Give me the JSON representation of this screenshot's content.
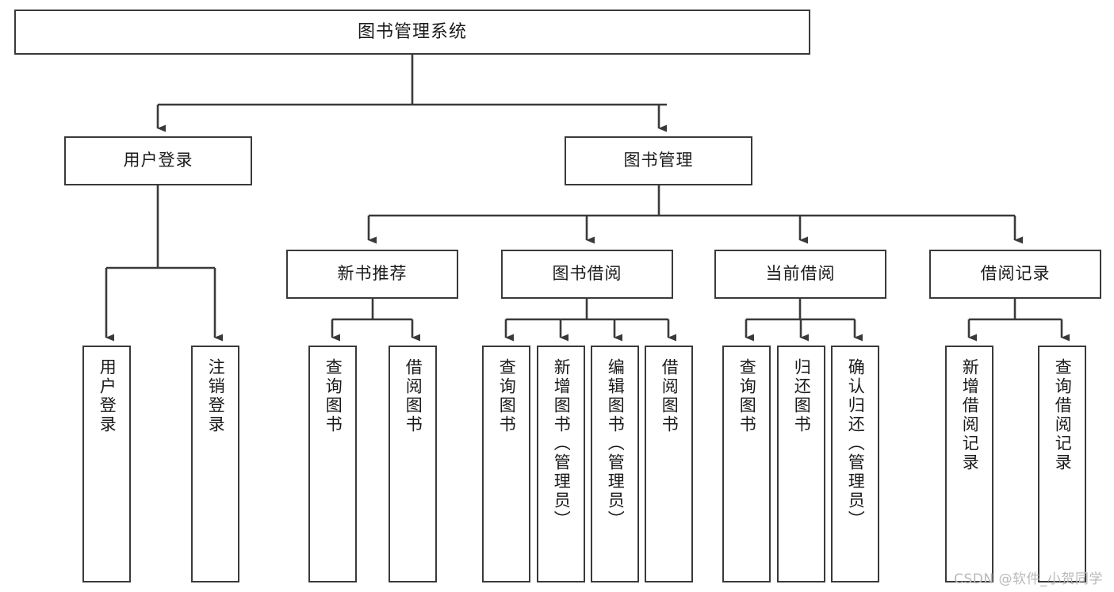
{
  "diagram": {
    "title": "图书管理系统",
    "type": "tree",
    "watermark": "CSDN @软件_小贺同学",
    "colors": {
      "box_border": "#3a3a3a",
      "box_fill": "#ffffff",
      "connector": "#3a3a3a",
      "text": "#1a1a1a",
      "watermark": "#b9b9b9",
      "background": "#ffffff"
    },
    "nodes": {
      "root": {
        "label": "图书管理系统"
      },
      "level2": [
        {
          "id": "user-login",
          "label": "用户登录"
        },
        {
          "id": "book-manage",
          "label": "图书管理"
        }
      ],
      "level3": [
        {
          "id": "new-book-rec",
          "label": "新书推荐"
        },
        {
          "id": "book-borrow",
          "label": "图书借阅"
        },
        {
          "id": "current-borrow",
          "label": "当前借阅"
        },
        {
          "id": "borrow-record",
          "label": "借阅记录"
        }
      ],
      "leaves": {
        "user_login": [
          {
            "id": "leaf-user-login",
            "label": "用户登录"
          },
          {
            "id": "leaf-logout-login",
            "label": "注销登录"
          }
        ],
        "new_book_rec": [
          {
            "id": "leaf-query-book-1",
            "label": "查询图书"
          },
          {
            "id": "leaf-borrow-book-1",
            "label": "借阅图书"
          }
        ],
        "book_borrow": [
          {
            "id": "leaf-query-book-2",
            "label": "查询图书"
          },
          {
            "id": "leaf-add-book",
            "label": "新增图书（管理员）"
          },
          {
            "id": "leaf-edit-book",
            "label": "编辑图书（管理员）"
          },
          {
            "id": "leaf-borrow-book-2",
            "label": "借阅图书"
          }
        ],
        "current_borrow": [
          {
            "id": "leaf-query-book-3",
            "label": "查询图书"
          },
          {
            "id": "leaf-return-book",
            "label": "归还图书"
          },
          {
            "id": "leaf-confirm-return",
            "label": "确认归还（管理员）"
          }
        ],
        "borrow_record": [
          {
            "id": "leaf-add-record",
            "label": "新增借阅记录"
          },
          {
            "id": "leaf-query-record",
            "label": "查询借阅记录"
          }
        ]
      }
    }
  }
}
